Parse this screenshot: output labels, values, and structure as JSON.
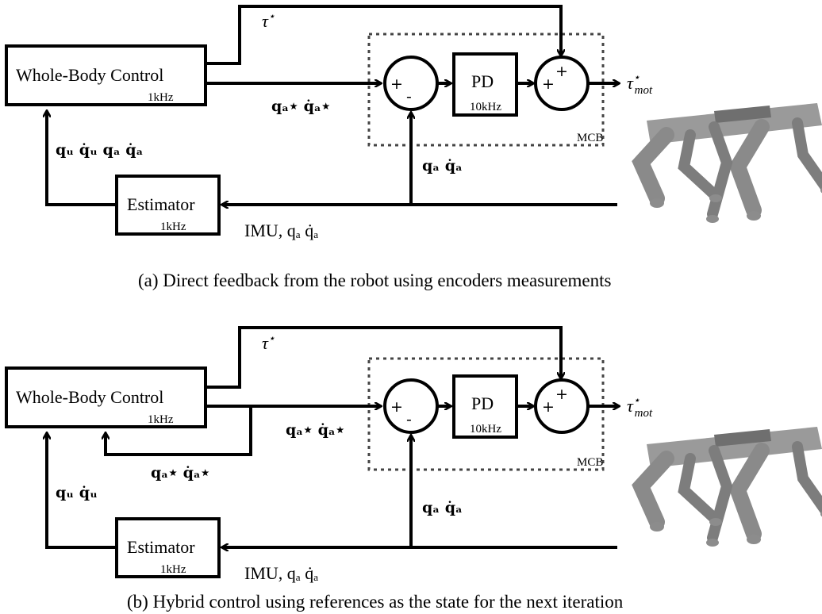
{
  "diagram_a": {
    "wbc_label": "Whole-Body Control",
    "wbc_rate": "1kHz",
    "pd_label": "PD",
    "pd_rate": "10kHz",
    "estimator_label": "Estimator",
    "estimator_rate": "1kHz",
    "mcb_label": "MCB",
    "tau_star": "τ",
    "tau_sup": "⋆",
    "tau_mot_base": "τ",
    "tau_mot_sup": "⋆",
    "tau_mot_sub": "mot",
    "ref_signal": "qₐ⋆  q̇ₐ⋆",
    "feedback_wbc": "qᵤ  q̇ᵤ  qₐ  q̇ₐ",
    "feedback_mcb": "qₐ  q̇ₐ",
    "imu_signal": "IMU, qₐ  q̇ₐ",
    "sum1_plus": "+",
    "sum1_minus": "-",
    "sum2_plus_left": "+",
    "sum2_plus_top": "+",
    "caption": "(a) Direct feedback from the robot using encoders measurements"
  },
  "diagram_b": {
    "wbc_label": "Whole-Body Control",
    "wbc_rate": "1kHz",
    "pd_label": "PD",
    "pd_rate": "10kHz",
    "estimator_label": "Estimator",
    "estimator_rate": "1kHz",
    "mcb_label": "MCB",
    "tau_star": "τ",
    "tau_sup": "⋆",
    "tau_mot_base": "τ",
    "tau_mot_sup": "⋆",
    "tau_mot_sub": "mot",
    "ref_signal": "qₐ⋆  q̇ₐ⋆",
    "ref_loop": "qₐ⋆  q̇ₐ⋆",
    "feedback_wbc": "qᵤ  q̇ᵤ",
    "feedback_mcb": "qₐ  q̇ₐ",
    "imu_signal": "IMU, qₐ  q̇ₐ",
    "sum1_plus": "+",
    "sum1_minus": "-",
    "sum2_plus_left": "+",
    "sum2_plus_top": "+",
    "caption": "(b) Hybrid control using references as the state for the next iteration"
  }
}
